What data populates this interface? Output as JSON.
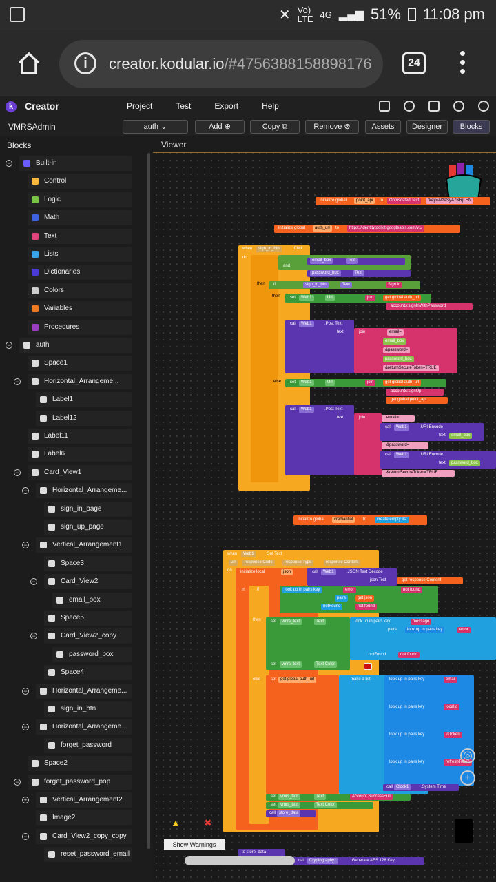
{
  "statusbar": {
    "signal_label_top": "Vo)",
    "signal_label_bottom": "LTE",
    "network": "4G",
    "battery": "51%",
    "time": "11:08 pm"
  },
  "browser": {
    "url_main": "creator.kodular.io",
    "url_hash": "/#4756388158898176",
    "tab_count": "24"
  },
  "app": {
    "brand": "Creator",
    "menu": [
      "Project",
      "Test",
      "Export",
      "Help"
    ]
  },
  "toolbar": {
    "project_name": "VMRSAdmin",
    "screen": "auth",
    "add": "Add",
    "copy": "Copy",
    "remove": "Remove",
    "assets": "Assets",
    "designer": "Designer",
    "blocks": "Blocks"
  },
  "panel": {
    "title": "Blocks"
  },
  "tree": [
    {
      "label": "Built-in",
      "indent": 0,
      "toggle": "−",
      "icon": "grid-icon",
      "color": "#6b5cff"
    },
    {
      "label": "Control",
      "indent": 1,
      "toggle": "",
      "icon": "control-icon",
      "color": "#f6b73c"
    },
    {
      "label": "Logic",
      "indent": 1,
      "toggle": "",
      "icon": "logic-icon",
      "color": "#7cc242"
    },
    {
      "label": "Math",
      "indent": 1,
      "toggle": "",
      "icon": "math-icon",
      "color": "#3f62e0"
    },
    {
      "label": "Text",
      "indent": 1,
      "toggle": "",
      "icon": "text-icon",
      "color": "#e0447c"
    },
    {
      "label": "Lists",
      "indent": 1,
      "toggle": "",
      "icon": "lists-icon",
      "color": "#3aa4e8"
    },
    {
      "label": "Dictionaries",
      "indent": 1,
      "toggle": "",
      "icon": "dictionaries-icon",
      "color": "#4a3ad6"
    },
    {
      "label": "Colors",
      "indent": 1,
      "toggle": "",
      "icon": "colors-icon",
      "color": "#cccccc"
    },
    {
      "label": "Variables",
      "indent": 1,
      "toggle": "",
      "icon": "variables-icon",
      "color": "#f07a22"
    },
    {
      "label": "Procedures",
      "indent": 1,
      "toggle": "",
      "icon": "procedures-icon",
      "color": "#9b3fc0"
    },
    {
      "label": "auth",
      "indent": 0,
      "toggle": "−",
      "icon": "phone-icon",
      "color": "#dddddd"
    },
    {
      "label": "Space1",
      "indent": 1,
      "toggle": "",
      "icon": "space-icon",
      "color": "#dddddd"
    },
    {
      "label": "Horizontal_Arrangeme...",
      "indent": 1,
      "toggle": "−",
      "icon": "horizontal-icon",
      "color": "#dddddd"
    },
    {
      "label": "Label1",
      "indent": 2,
      "toggle": "",
      "icon": "label-icon",
      "color": "#dddddd"
    },
    {
      "label": "Label12",
      "indent": 2,
      "toggle": "",
      "icon": "label-icon",
      "color": "#dddddd"
    },
    {
      "label": "Label11",
      "indent": 1,
      "toggle": "",
      "icon": "label-icon",
      "color": "#dddddd"
    },
    {
      "label": "Label6",
      "indent": 1,
      "toggle": "",
      "icon": "label-icon",
      "color": "#dddddd"
    },
    {
      "label": "Card_View1",
      "indent": 1,
      "toggle": "−",
      "icon": "card-icon",
      "color": "#dddddd"
    },
    {
      "label": "Horizontal_Arrangeme...",
      "indent": 2,
      "toggle": "−",
      "icon": "horizontal-icon",
      "color": "#dddddd"
    },
    {
      "label": "sign_in_page",
      "indent": 3,
      "toggle": "",
      "icon": "label-icon",
      "color": "#dddddd"
    },
    {
      "label": "sign_up_page",
      "indent": 3,
      "toggle": "",
      "icon": "label-icon",
      "color": "#dddddd"
    },
    {
      "label": "Vertical_Arrangement1",
      "indent": 2,
      "toggle": "−",
      "icon": "vertical-icon",
      "color": "#dddddd"
    },
    {
      "label": "Space3",
      "indent": 3,
      "toggle": "",
      "icon": "space-icon",
      "color": "#dddddd"
    },
    {
      "label": "Card_View2",
      "indent": 3,
      "toggle": "−",
      "icon": "card-icon",
      "color": "#dddddd"
    },
    {
      "label": "email_box",
      "indent": 4,
      "toggle": "",
      "icon": "textbox-icon",
      "color": "#dddddd"
    },
    {
      "label": "Space5",
      "indent": 3,
      "toggle": "",
      "icon": "space-icon",
      "color": "#dddddd"
    },
    {
      "label": "Card_View2_copy",
      "indent": 3,
      "toggle": "−",
      "icon": "card-icon",
      "color": "#dddddd"
    },
    {
      "label": "password_box",
      "indent": 4,
      "toggle": "",
      "icon": "textbox-icon",
      "color": "#dddddd"
    },
    {
      "label": "Space4",
      "indent": 3,
      "toggle": "",
      "icon": "space-icon",
      "color": "#dddddd"
    },
    {
      "label": "Horizontal_Arrangeme...",
      "indent": 2,
      "toggle": "−",
      "icon": "horizontal-icon",
      "color": "#dddddd"
    },
    {
      "label": "sign_in_btn",
      "indent": 3,
      "toggle": "",
      "icon": "button-icon",
      "color": "#dddddd"
    },
    {
      "label": "Horizontal_Arrangeme...",
      "indent": 2,
      "toggle": "−",
      "icon": "horizontal-icon",
      "color": "#dddddd"
    },
    {
      "label": "forget_password",
      "indent": 3,
      "toggle": "",
      "icon": "label-icon",
      "color": "#dddddd"
    },
    {
      "label": "Space2",
      "indent": 1,
      "toggle": "",
      "icon": "space-icon",
      "color": "#dddddd"
    },
    {
      "label": "forget_password_pop",
      "indent": 1,
      "toggle": "−",
      "icon": "vertical-icon",
      "color": "#dddddd"
    },
    {
      "label": "Vertical_Arrangement2",
      "indent": 2,
      "toggle": "+",
      "icon": "vertical-icon",
      "color": "#dddddd"
    },
    {
      "label": "Image2",
      "indent": 2,
      "toggle": "",
      "icon": "image-icon",
      "color": "#dddddd"
    },
    {
      "label": "Card_View2_copy_copy",
      "indent": 2,
      "toggle": "−",
      "icon": "card-icon",
      "color": "#dddddd"
    },
    {
      "label": "reset_password_email",
      "indent": 3,
      "toggle": "",
      "icon": "textbox-icon",
      "color": "#dddddd"
    }
  ],
  "viewer": {
    "title": "Viewer",
    "show_warnings": "Show Warnings",
    "blocks": {
      "g1": "initialize global",
      "g1_name": "point_api",
      "g1_to": "to",
      "g1_val": "Obfuscated Text",
      "g1_str": "\"key=AIzaSyA7NRjLHN",
      "g2": "initialize global",
      "g2_name": "auth_url",
      "g2_to": "to",
      "g2_str": "https://identitytoolkit.googleapis.com/v1/",
      "when": "when",
      "sign_in_btn": "sign_in_btn",
      "click": ".Click",
      "do": "do",
      "if": "if",
      "and": "and",
      "then": "then",
      "else": "else",
      "email_box": "email_box",
      "password_box": "password_box",
      "text": "Text",
      "sign_in": "Sign in",
      "set": "set",
      "web1": "Web1",
      "url": "Url",
      "join": "join",
      "get_auth": "get global auth_url",
      "accounts_signin": "accounts:signInWithPassword",
      "call": "call",
      "post_text": ".Post Text",
      "text_arg": "text",
      "email_eq": "email=",
      "password_eq": "&password=",
      "return_token": "&returnSecureToken=TRUE",
      "accounts_signup": "accounts:signUp",
      "get_point": "get global point_api",
      "uri_encode": ".URI Encode",
      "g3": "initialize global",
      "g3_name": "crediantial",
      "g3_to": "to",
      "g3_val": "create empty list",
      "got_text": "Got Text",
      "url_param": "url",
      "response_code": "response Code",
      "response_type": "response Type",
      "response_content": "response Content",
      "init_local": "initialize local",
      "json": "json",
      "json_decode": ".JSON Text Decode",
      "json_text": "json Text",
      "get_response": "get response Content",
      "in": "in",
      "lookup": "look up in pairs key",
      "error": "error",
      "not_found": "not found",
      "pairs": "pairs",
      "notfound_label": "notFound",
      "get_json": "get json",
      "vmrs_text": "vmrs_text",
      "text_color": "Text Color",
      "message": "message",
      "make_list": "make a list",
      "email": "email",
      "localid": "localId",
      "idtoken": "idToken",
      "refresh": "refreshToken",
      "clock": "Clock1",
      "system_time": ".System Time",
      "account_success": "Account SuccessFull",
      "store_data": "store_data",
      "to_store": "to store_data",
      "crypto": "Cryptography1",
      "aes": ".Generate AES 128 Key"
    }
  },
  "colors": {
    "control": "#f6a821",
    "logic": "#5aa03a",
    "text_blk": "#d6336c",
    "component": "#5b35b0",
    "component_light": "#7b52d6",
    "variables": "#f5621d",
    "dict": "#1e88e5",
    "lists": "#21a0e0",
    "green_comp": "#3a9a3a",
    "lightgreen": "#8bc34a"
  }
}
